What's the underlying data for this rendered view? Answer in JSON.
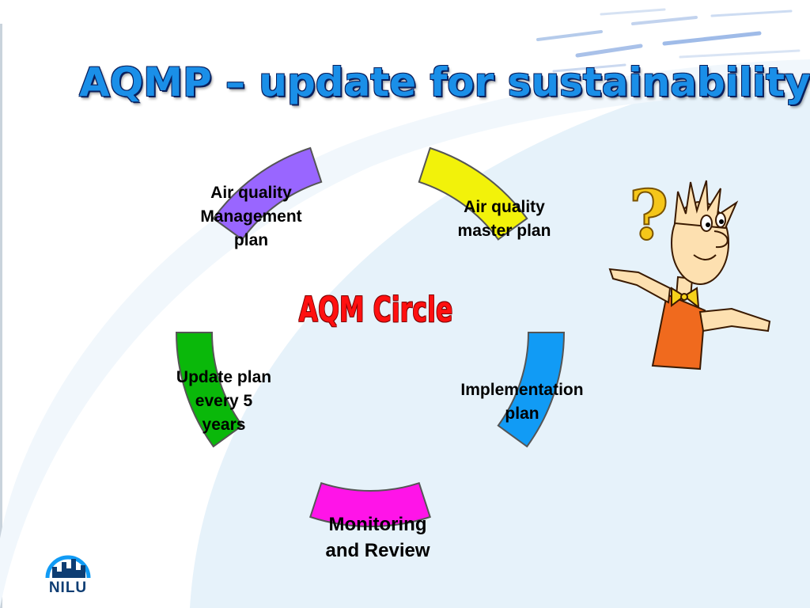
{
  "slide": {
    "title": "AQMP – update for sustainability",
    "center_label": "AQM Circle"
  },
  "cycle": {
    "steps": [
      {
        "lines": [
          "Air quality",
          "master plan"
        ],
        "segment_color": "#f2f20a"
      },
      {
        "lines": [
          "Implementation",
          "plan"
        ],
        "segment_color": "#119bf5"
      },
      {
        "lines": [
          "Monitoring",
          "and Review"
        ],
        "segment_color": "#ff14e8"
      },
      {
        "lines": [
          "Update plan",
          "every 5",
          "years"
        ],
        "segment_color": "#0ab80a"
      },
      {
        "lines": [
          "Air quality",
          "Management",
          "plan"
        ],
        "segment_color": "#9966ff"
      }
    ]
  },
  "logo": {
    "text": "NILU",
    "color": "#0e3d73"
  },
  "colors": {
    "title": "#1a8fe8",
    "center_label": "#ff1010",
    "background_arc": "#e6f2fa"
  },
  "decorations": {
    "cartoon": "question-man-pointing-icon"
  }
}
